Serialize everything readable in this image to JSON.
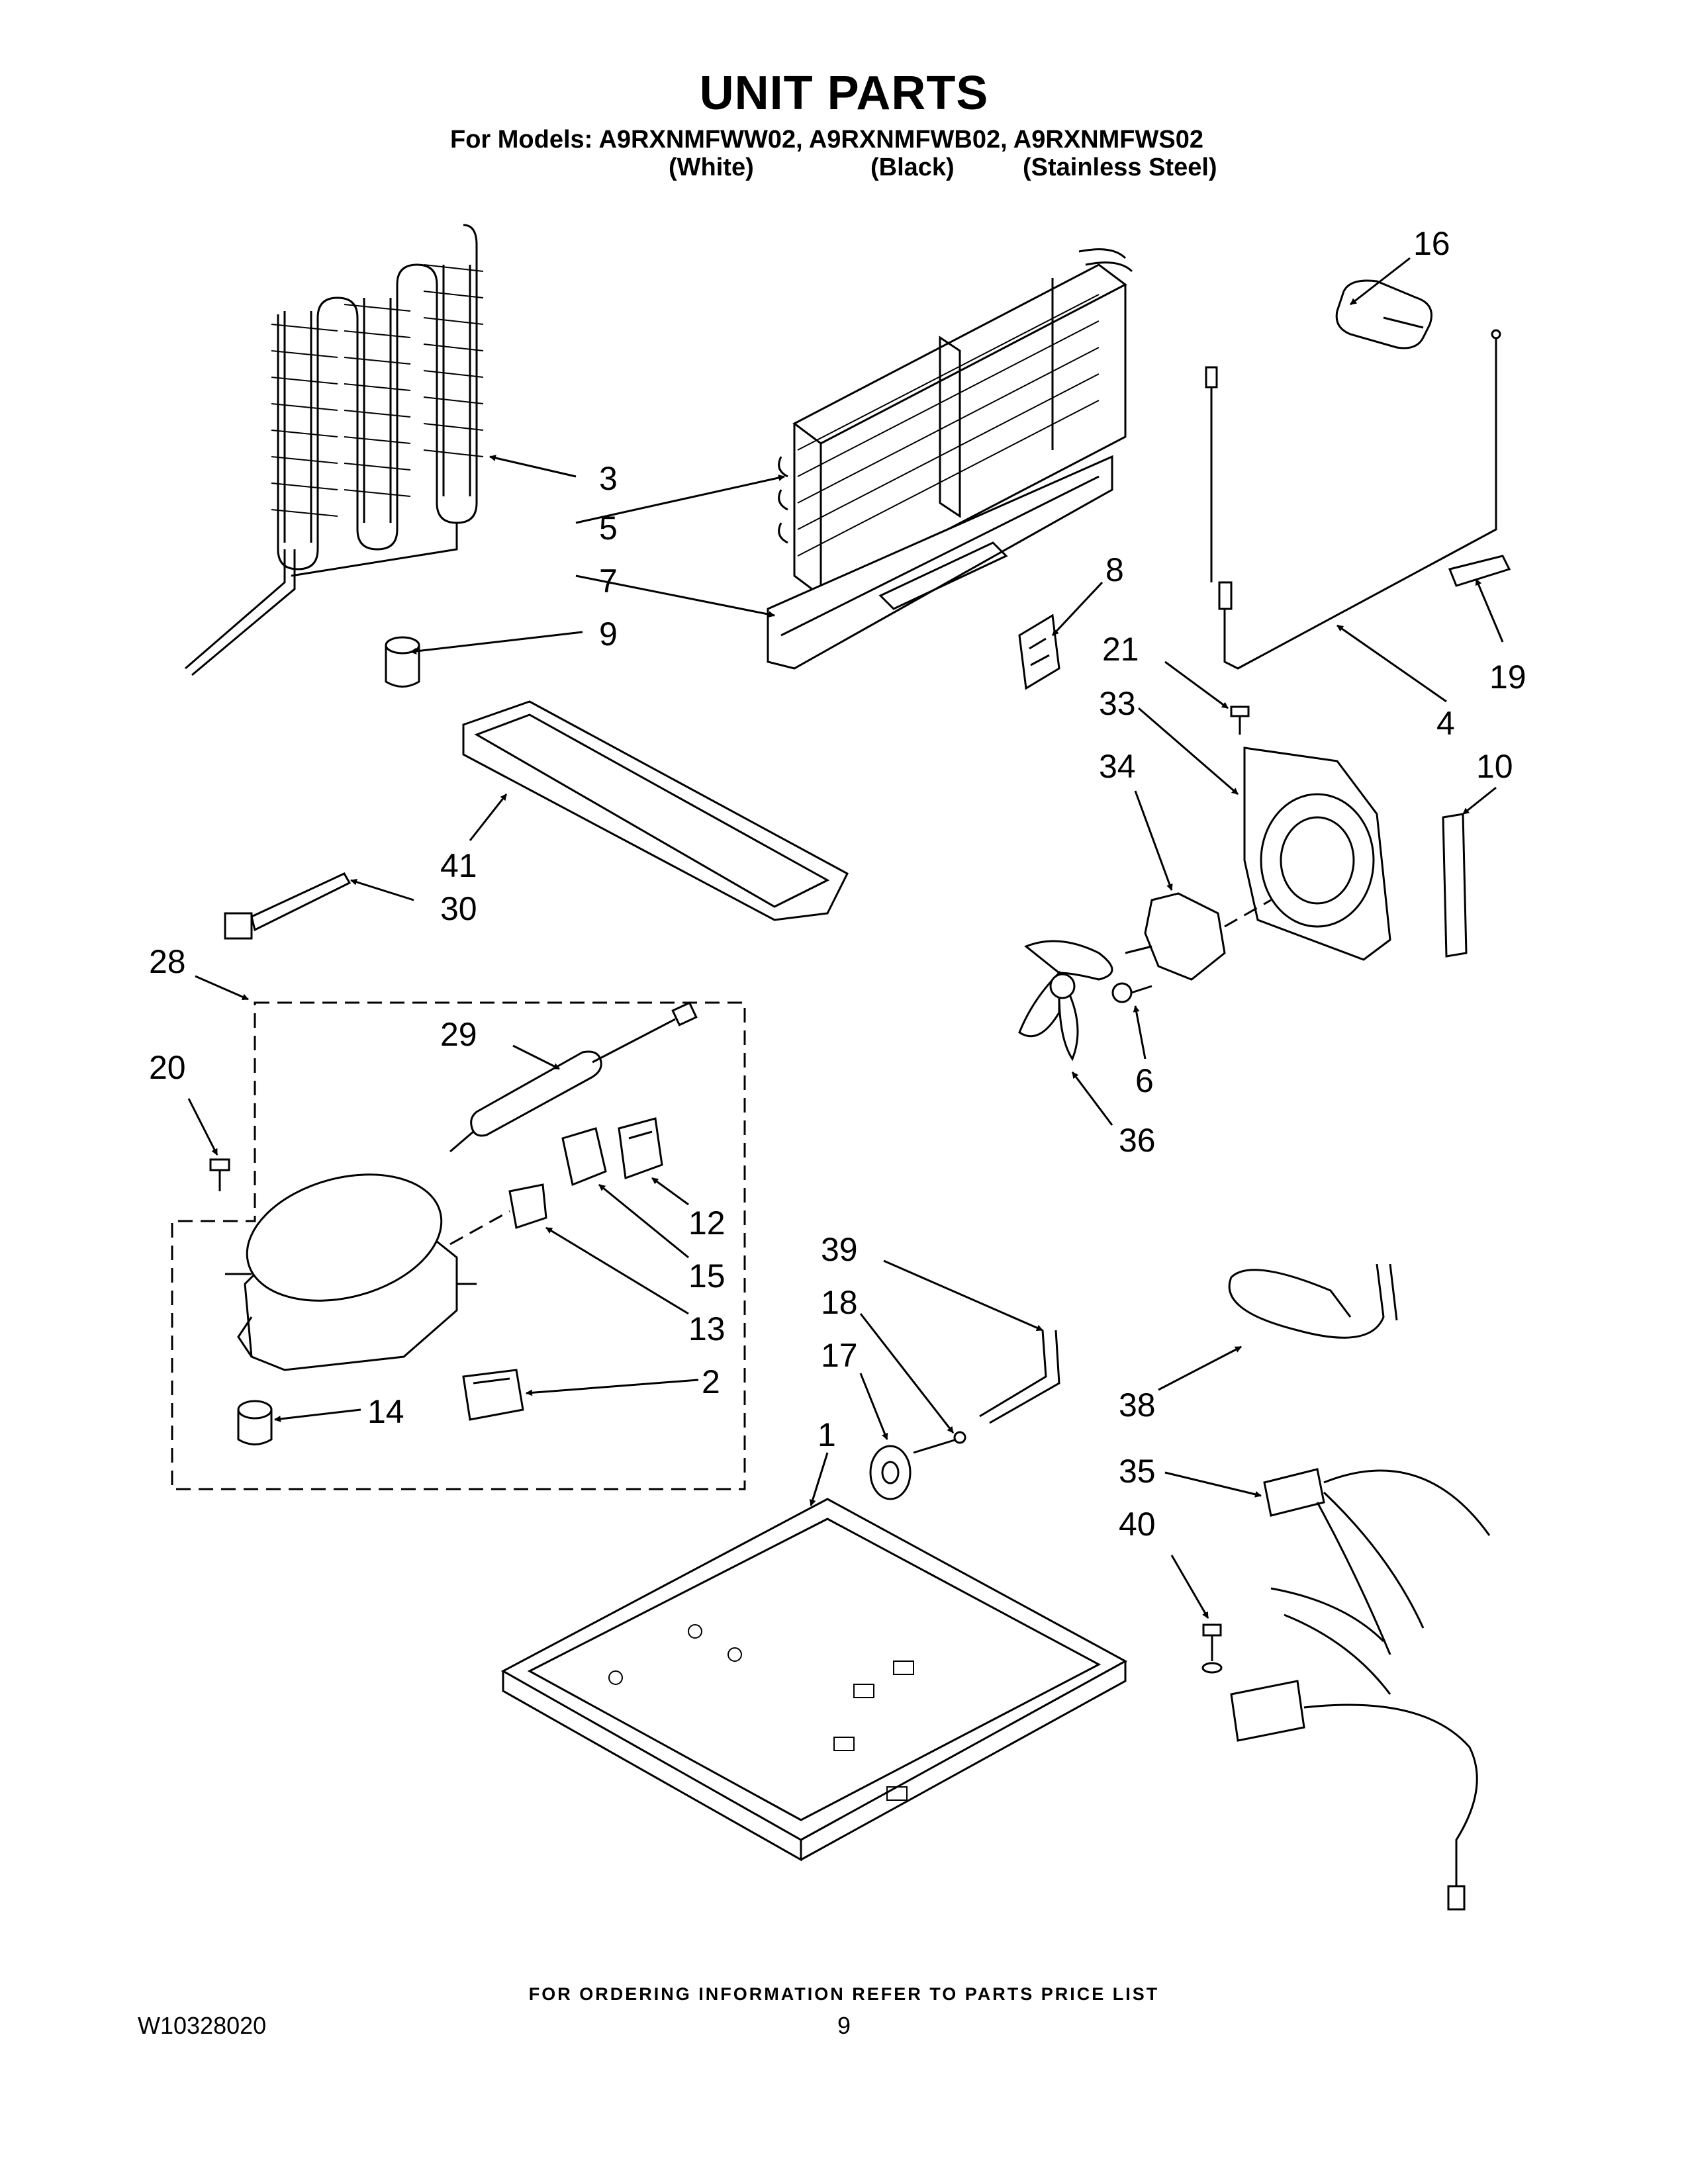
{
  "header": {
    "title": "UNIT PARTS",
    "models_line": "For Models: A9RXNMFWW02, A9RXNMFWB02, A9RXNMFWS02",
    "variants": [
      "(White)",
      "(Black)",
      "(Stainless Steel)"
    ]
  },
  "footer": {
    "ordering_note": "FOR ORDERING INFORMATION REFER TO PARTS PRICE LIST",
    "document_number": "W10328020",
    "page_number": "9"
  },
  "callouts": [
    "16",
    "3",
    "5",
    "7",
    "8",
    "9",
    "21",
    "19",
    "33",
    "4",
    "34",
    "10",
    "41",
    "30",
    "28",
    "29",
    "6",
    "20",
    "36",
    "12",
    "15",
    "13",
    "39",
    "18",
    "17",
    "2",
    "14",
    "1",
    "38",
    "35",
    "40"
  ]
}
